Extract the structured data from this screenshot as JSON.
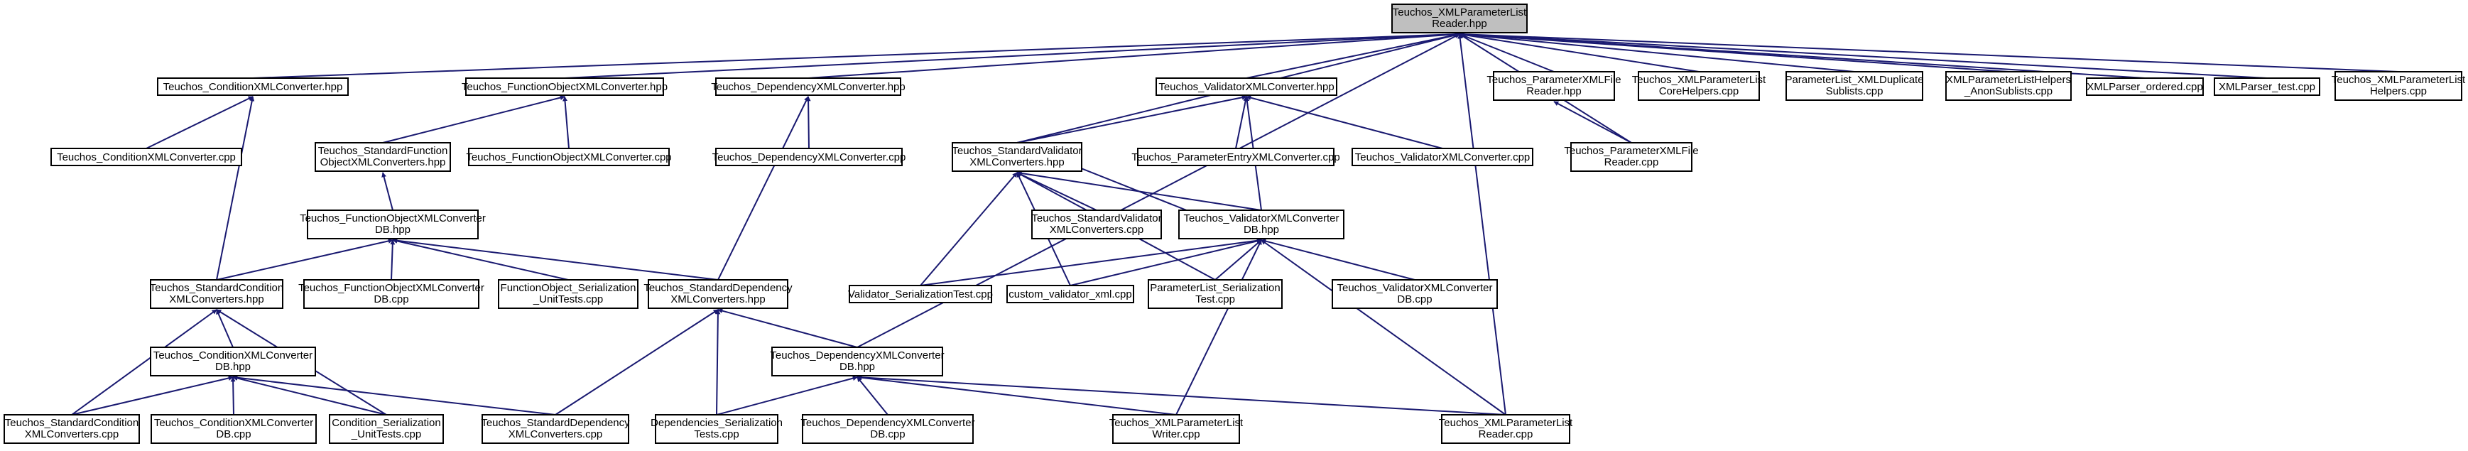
{
  "colors": {
    "edge": "#191970",
    "root_fill": "#bfbfbf",
    "node_fill": "#ffffff",
    "border": "#000000"
  },
  "nodes": {
    "root": [
      "Teuchos_XMLParameterList",
      "Reader.hpp"
    ],
    "cond_conv_hpp": [
      "Teuchos_ConditionXMLConverter.hpp"
    ],
    "func_conv_hpp": [
      "Teuchos_FunctionObjectXMLConverter.hpp"
    ],
    "dep_conv_hpp": [
      "Teuchos_DependencyXMLConverter.hpp"
    ],
    "val_conv_hpp": [
      "Teuchos_ValidatorXMLConverter.hpp"
    ],
    "plxml_reader_hpp": [
      "Teuchos_ParameterXMLFile",
      "Reader.hpp"
    ],
    "core_helpers": [
      "Teuchos_XMLParameterList",
      "CoreHelpers.cpp"
    ],
    "dup_sublists": [
      "ParameterList_XMLDuplicate",
      "Sublists.cpp"
    ],
    "anon_sublists": [
      "XMLParameterListHelpers",
      "_AnonSublists.cpp"
    ],
    "parser_ordered": [
      "XMLParser_ordered.cpp"
    ],
    "parser_test": [
      "XMLParser_test.cpp"
    ],
    "helpers_cpp": [
      "Teuchos_XMLParameterList",
      "Helpers.cpp"
    ],
    "cond_conv_cpp": [
      "Teuchos_ConditionXMLConverter.cpp"
    ],
    "std_func_hpp": [
      "Teuchos_StandardFunction",
      "ObjectXMLConverters.hpp"
    ],
    "func_conv_cpp": [
      "Teuchos_FunctionObjectXMLConverter.cpp"
    ],
    "dep_conv_cpp": [
      "Teuchos_DependencyXMLConverter.cpp"
    ],
    "std_val_hpp": [
      "Teuchos_StandardValidator",
      "XMLConverters.hpp"
    ],
    "param_entry_cpp": [
      "Teuchos_ParameterEntryXMLConverter.cpp"
    ],
    "val_conv_cpp": [
      "Teuchos_ValidatorXMLConverter.cpp"
    ],
    "plxml_reader_cpp": [
      "Teuchos_ParameterXMLFile",
      "Reader.cpp"
    ],
    "func_db_hpp": [
      "Teuchos_FunctionObjectXMLConverter",
      "DB.hpp"
    ],
    "std_val_cpp": [
      "Teuchos_StandardValidator",
      "XMLConverters.cpp"
    ],
    "val_db_hpp": [
      "Teuchos_ValidatorXMLConverter",
      "DB.hpp"
    ],
    "std_cond_hpp": [
      "Teuchos_StandardCondition",
      "XMLConverters.hpp"
    ],
    "func_db_cpp": [
      "Teuchos_FunctionObjectXMLConverter",
      "DB.cpp"
    ],
    "func_ser_tests": [
      "FunctionObject_Serialization",
      "_UnitTests.cpp"
    ],
    "std_dep_hpp": [
      "Teuchos_StandardDependency",
      "XMLConverters.hpp"
    ],
    "val_ser_test": [
      "Validator_SerializationTest.cpp"
    ],
    "custom_val": [
      "custom_validator_xml.cpp"
    ],
    "pl_ser_test": [
      "ParameterList_Serialization",
      "Test.cpp"
    ],
    "val_db_cpp": [
      "Teuchos_ValidatorXMLConverter",
      "DB.cpp"
    ],
    "cond_db_hpp": [
      "Teuchos_ConditionXMLConverter",
      "DB.hpp"
    ],
    "dep_db_hpp": [
      "Teuchos_DependencyXMLConverter",
      "DB.hpp"
    ],
    "std_cond_cpp": [
      "Teuchos_StandardCondition",
      "XMLConverters.cpp"
    ],
    "cond_db_cpp": [
      "Teuchos_ConditionXMLConverter",
      "DB.cpp"
    ],
    "cond_ser_tests": [
      "Condition_Serialization",
      "_UnitTests.cpp"
    ],
    "std_dep_cpp": [
      "Teuchos_StandardDependency",
      "XMLConverters.cpp"
    ],
    "dep_ser_tests": [
      "Dependencies_Serialization",
      "Tests.cpp"
    ],
    "dep_db_cpp": [
      "Teuchos_DependencyXMLConverter",
      "DB.cpp"
    ],
    "writer_cpp": [
      "Teuchos_XMLParameterList",
      "Writer.cpp"
    ],
    "reader_cpp": [
      "Teuchos_XMLParameterList",
      "Reader.cpp"
    ]
  },
  "edges": [
    [
      "cond_conv_hpp",
      "root"
    ],
    [
      "func_conv_hpp",
      "root"
    ],
    [
      "dep_conv_hpp",
      "root"
    ],
    [
      "val_conv_hpp",
      "root"
    ],
    [
      "plxml_reader_hpp",
      "root"
    ],
    [
      "core_helpers",
      "root"
    ],
    [
      "dup_sublists",
      "root"
    ],
    [
      "anon_sublists",
      "root"
    ],
    [
      "parser_ordered",
      "root"
    ],
    [
      "parser_test",
      "root"
    ],
    [
      "helpers_cpp",
      "root"
    ],
    [
      "std_val_hpp",
      "root"
    ],
    [
      "dep_db_hpp",
      "root"
    ],
    [
      "plxml_reader_cpp",
      "root"
    ],
    [
      "reader_cpp",
      "root"
    ],
    [
      "cond_conv_cpp",
      "cond_conv_hpp"
    ],
    [
      "std_cond_hpp",
      "cond_conv_hpp"
    ],
    [
      "std_func_hpp",
      "func_conv_hpp"
    ],
    [
      "func_conv_cpp",
      "func_conv_hpp"
    ],
    [
      "dep_conv_cpp",
      "dep_conv_hpp"
    ],
    [
      "std_dep_hpp",
      "dep_conv_hpp"
    ],
    [
      "std_val_hpp",
      "val_conv_hpp"
    ],
    [
      "param_entry_cpp",
      "val_conv_hpp"
    ],
    [
      "val_conv_cpp",
      "val_conv_hpp"
    ],
    [
      "val_db_hpp",
      "val_conv_hpp"
    ],
    [
      "plxml_reader_cpp",
      "plxml_reader_hpp"
    ],
    [
      "func_db_hpp",
      "std_func_hpp"
    ],
    [
      "std_cond_hpp",
      "func_db_hpp"
    ],
    [
      "func_db_cpp",
      "func_db_hpp"
    ],
    [
      "func_ser_tests",
      "func_db_hpp"
    ],
    [
      "std_dep_hpp",
      "func_db_hpp"
    ],
    [
      "std_val_cpp",
      "std_val_hpp"
    ],
    [
      "val_db_hpp",
      "std_val_hpp"
    ],
    [
      "val_ser_test",
      "std_val_hpp"
    ],
    [
      "custom_val",
      "std_val_hpp"
    ],
    [
      "pl_ser_test",
      "std_val_hpp"
    ],
    [
      "std_val_hpp",
      "val_db_hpp"
    ],
    [
      "val_ser_test",
      "val_db_hpp"
    ],
    [
      "custom_val",
      "val_db_hpp"
    ],
    [
      "pl_ser_test",
      "val_db_hpp"
    ],
    [
      "val_db_cpp",
      "val_db_hpp"
    ],
    [
      "writer_cpp",
      "val_db_hpp"
    ],
    [
      "reader_cpp",
      "val_db_hpp"
    ],
    [
      "cond_db_hpp",
      "std_cond_hpp"
    ],
    [
      "std_cond_cpp",
      "std_cond_hpp"
    ],
    [
      "cond_ser_tests",
      "std_cond_hpp"
    ],
    [
      "std_cond_cpp",
      "cond_db_hpp"
    ],
    [
      "cond_db_cpp",
      "cond_db_hpp"
    ],
    [
      "cond_ser_tests",
      "cond_db_hpp"
    ],
    [
      "std_dep_cpp",
      "cond_db_hpp"
    ],
    [
      "std_dep_cpp",
      "std_dep_hpp"
    ],
    [
      "dep_ser_tests",
      "std_dep_hpp"
    ],
    [
      "dep_db_hpp",
      "std_dep_hpp"
    ],
    [
      "dep_ser_tests",
      "dep_db_hpp"
    ],
    [
      "dep_db_cpp",
      "dep_db_hpp"
    ],
    [
      "writer_cpp",
      "dep_db_hpp"
    ],
    [
      "reader_cpp",
      "dep_db_hpp"
    ]
  ]
}
